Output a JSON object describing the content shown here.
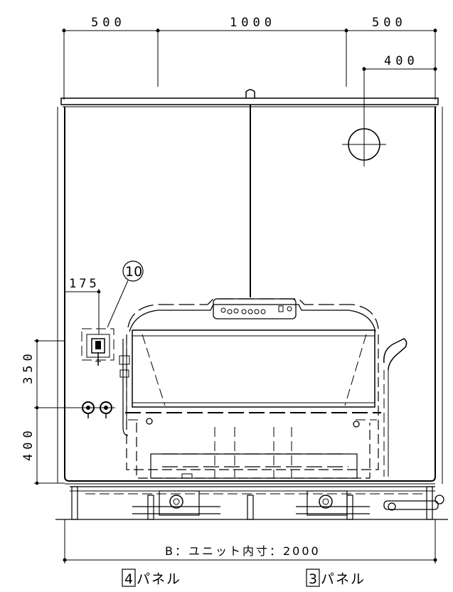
{
  "dimensions": {
    "top_left": "500",
    "top_center": "1000",
    "top_right": "500",
    "hole_offset": "400",
    "switch_offset": "175",
    "left_upper": "350",
    "left_lower": "400"
  },
  "callout": {
    "number": "10"
  },
  "caption": {
    "unit_size": "B：ユニット内寸：2000"
  },
  "panels": [
    {
      "number": "4",
      "label": "パネル"
    },
    {
      "number": "3",
      "label": "パネル"
    }
  ]
}
